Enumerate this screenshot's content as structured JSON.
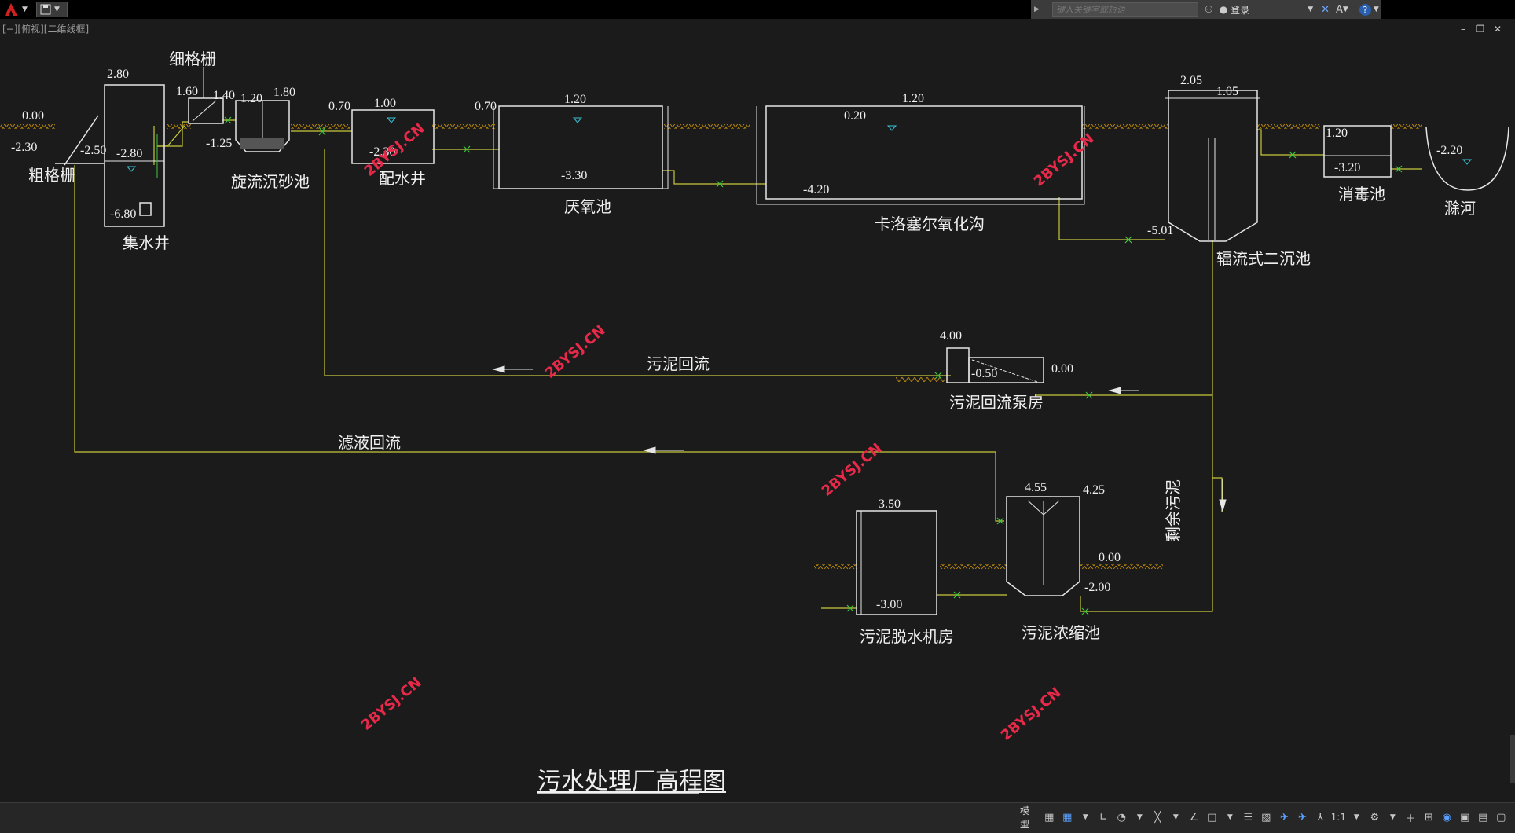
{
  "titlebar": {
    "search_placeholder": "键入关键字或短语",
    "login_label": "登录"
  },
  "viewport": {
    "label": "[−][俯视][二维线框]"
  },
  "statusbar": {
    "model_label": "模型",
    "scale_label": "1:1"
  },
  "drawing": {
    "title": "污水处理厂高程图",
    "units": {
      "coarse_screen": "粗格栅",
      "sump": "集水井",
      "fine_screen": "细格栅",
      "grit": "旋流沉砂池",
      "distribution": "配水井",
      "anaerobic": "厌氧池",
      "carrousel": "卡洛塞尔氧化沟",
      "clarifier": "辐流式二沉池",
      "disinfection": "消毒池",
      "river": "滁河",
      "return_pump": "污泥回流泵房",
      "dewatering": "污泥脱水机房",
      "thickener": "污泥浓缩池"
    },
    "lines": {
      "sludge_return": "污泥回流",
      "filtrate_return": "滤液回流",
      "excess_sludge": "剩余污泥"
    },
    "elev": {
      "e1": "0.00",
      "e2": "-2.30",
      "e3": "2.80",
      "e4": "-2.50",
      "e5": "-2.80",
      "e6": "-6.80",
      "e7": "1.60",
      "e8": "1.40",
      "e9": "1.20",
      "e10": "1.80",
      "e11": "-1.25",
      "e12": "0.70",
      "e13": "1.00",
      "e14": "-2.30",
      "e15": "0.70",
      "e16": "1.20",
      "e17": "-3.30",
      "e18": "1.20",
      "e19": "0.20",
      "e20": "-4.20",
      "e21": "2.05",
      "e22": "1.05",
      "e23": "-5.01",
      "e24": "1.20",
      "e25": "-3.20",
      "e26": "-2.20",
      "e27": "4.00",
      "e28": "-0.50",
      "e29": "0.00",
      "e30": "3.50",
      "e31": "-3.00",
      "e32": "4.55",
      "e33": "4.25",
      "e34": "0.00",
      "e35": "-2.00"
    },
    "watermark": "2BYSJ.CN"
  },
  "colors": {
    "background": "#1b1b1b",
    "pipe": "#c8c83c",
    "ground": "#b8860b",
    "structure": "#e6e6e6",
    "valve": "#3cc83c",
    "watermark": "#e8294a",
    "water_level": "#37c4d8"
  }
}
